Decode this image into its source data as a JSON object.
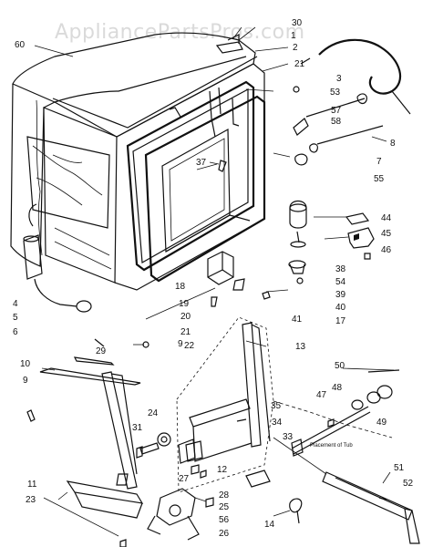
{
  "watermark": "AppliancePartsPros.com",
  "tub_note": "Placement of Tub",
  "callouts": [
    {
      "id": "c60",
      "text": "60"
    },
    {
      "id": "c30",
      "text": "30"
    },
    {
      "id": "c1",
      "text": "1"
    },
    {
      "id": "c2",
      "text": "2"
    },
    {
      "id": "c21a",
      "text": "21"
    },
    {
      "id": "c3",
      "text": "3"
    },
    {
      "id": "c53",
      "text": "53"
    },
    {
      "id": "c57",
      "text": "57"
    },
    {
      "id": "c58",
      "text": "58"
    },
    {
      "id": "c8",
      "text": "8"
    },
    {
      "id": "c7",
      "text": "7"
    },
    {
      "id": "c55",
      "text": "55"
    },
    {
      "id": "c37",
      "text": "37"
    },
    {
      "id": "c44",
      "text": "44"
    },
    {
      "id": "c45",
      "text": "45"
    },
    {
      "id": "c46",
      "text": "46"
    },
    {
      "id": "c38",
      "text": "38"
    },
    {
      "id": "c54",
      "text": "54"
    },
    {
      "id": "c39",
      "text": "39"
    },
    {
      "id": "c40",
      "text": "40"
    },
    {
      "id": "c17",
      "text": "17"
    },
    {
      "id": "c18",
      "text": "18"
    },
    {
      "id": "c19",
      "text": "19"
    },
    {
      "id": "c20",
      "text": "20"
    },
    {
      "id": "c21b",
      "text": "21"
    },
    {
      "id": "c22",
      "text": "22"
    },
    {
      "id": "c41",
      "text": "41"
    },
    {
      "id": "c4",
      "text": "4"
    },
    {
      "id": "c5",
      "text": "5"
    },
    {
      "id": "c6",
      "text": "6"
    },
    {
      "id": "c13",
      "text": "13"
    },
    {
      "id": "c10",
      "text": "10"
    },
    {
      "id": "c29",
      "text": "29"
    },
    {
      "id": "c9a",
      "text": "9"
    },
    {
      "id": "c9b",
      "text": "9"
    },
    {
      "id": "c50",
      "text": "50"
    },
    {
      "id": "c48",
      "text": "48"
    },
    {
      "id": "c47",
      "text": "47"
    },
    {
      "id": "c35",
      "text": "35"
    },
    {
      "id": "c49",
      "text": "49"
    },
    {
      "id": "c24",
      "text": "24"
    },
    {
      "id": "c34",
      "text": "34"
    },
    {
      "id": "c31",
      "text": "31"
    },
    {
      "id": "c33",
      "text": "33"
    },
    {
      "id": "c27",
      "text": "27"
    },
    {
      "id": "c12",
      "text": "12"
    },
    {
      "id": "c11",
      "text": "11"
    },
    {
      "id": "c23",
      "text": "23"
    },
    {
      "id": "c28",
      "text": "28"
    },
    {
      "id": "c25",
      "text": "25"
    },
    {
      "id": "c56",
      "text": "56"
    },
    {
      "id": "c26",
      "text": "26"
    },
    {
      "id": "c14",
      "text": "14"
    },
    {
      "id": "c51",
      "text": "51"
    },
    {
      "id": "c52",
      "text": "52"
    }
  ]
}
